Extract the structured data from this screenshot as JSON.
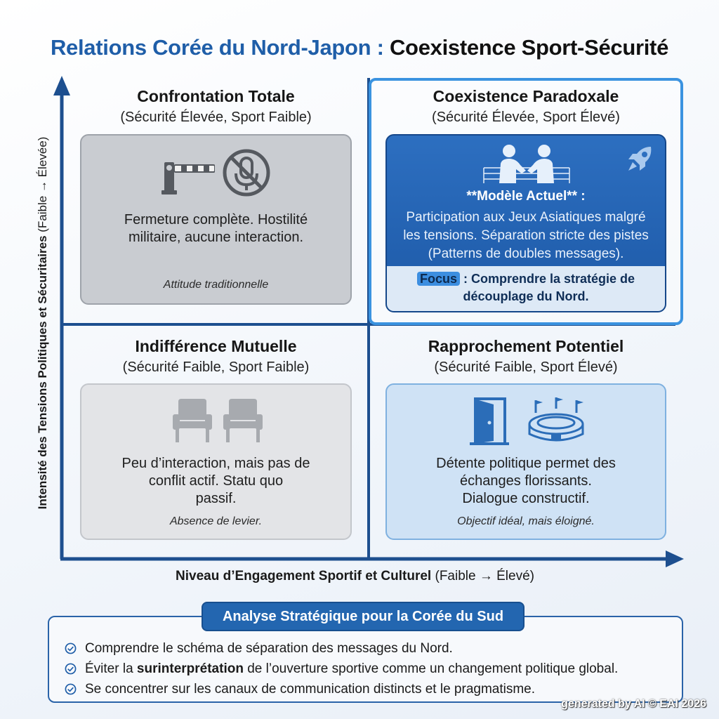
{
  "title_part1": "Relations Corée du Nord-Japon :",
  "title_part2": "Coexistence Sport-Sécurité",
  "y_axis": {
    "label_bold": "Intensité des Tensions Politiques et Sécuritaires",
    "label_light": " (Faible → Élevée)"
  },
  "x_axis": {
    "label_bold": "Niveau d’Engagement Sportif et Culturel",
    "label_light": " (Faible → Élevé)"
  },
  "quadrants": {
    "top_left": {
      "title": "Confrontation Totale",
      "subtitle": "(Sécurité Élevée, Sport Faible)",
      "line1": "Fermeture complète. Hostilité",
      "line2": "militaire, aucune interaction.",
      "note": "Attitude traditionnelle"
    },
    "top_right": {
      "title": "Coexistence Paradoxale",
      "subtitle": "(Sécurité Élevée, Sport Élevé)",
      "heading": "**Modèle Actuel** :",
      "line1": "Participation aux Jeux Asiatiques malgré",
      "line2": "les tensions. Séparation stricte des pistes",
      "line3": "(Patterns de doubles messages).",
      "focus_tag": "Focus",
      "focus_line1": " : Comprendre la stratégie de",
      "focus_line2": "découplage du Nord."
    },
    "bottom_left": {
      "title": "Indifférence Mutuelle",
      "subtitle": "(Sécurité Faible, Sport Faible)",
      "line1": "Peu d’interaction, mais pas de",
      "line2": "conflit actif. Statu quo",
      "line3": "passif.",
      "note": "Absence de levier."
    },
    "bottom_right": {
      "title": "Rapprochement Potentiel",
      "subtitle": "(Sécurité Faible, Sport Élevé)",
      "line1": "Détente politique permet des",
      "line2": "échanges florissants.",
      "line3": "Dialogue constructif.",
      "note": "Objectif idéal, mais éloigné."
    }
  },
  "analysis": {
    "title": "Analyse Stratégique pour la Corée du Sud",
    "item1": "Comprendre le schéma de séparation des messages du Nord.",
    "item2_pre": "Éviter la ",
    "item2_bold": "surinterprétation",
    "item2_post": " de l’ouverture sportive comme un changement politique global.",
    "item3": "Se concentrer sur les canaux de communication distincts et le pragmatisme."
  },
  "watermark": "generated by AI © EAI 2026",
  "icons": [
    "barrier-icon",
    "no-microphone-icon",
    "handshake-icon",
    "rocket-icon",
    "armchair-icon",
    "open-door-icon",
    "stadium-icon",
    "check-circle-icon"
  ],
  "colors": {
    "title_blue": "#1f5ea8",
    "axis_blue": "#1d4f8f",
    "highlight_blue": "#3b93e0",
    "card_blue": "#2366b0"
  }
}
